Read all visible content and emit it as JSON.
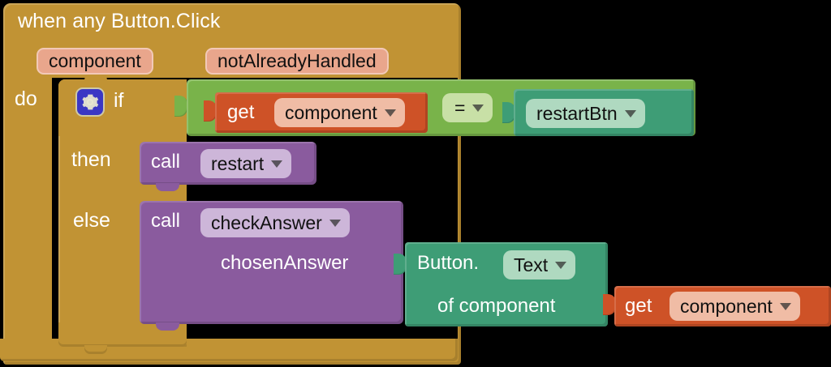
{
  "app": {
    "name": "MIT App Inventor Blocks Editor",
    "background_color": "#000000"
  },
  "colors": {
    "event_block": "#C19334",
    "parameter_chip": "#E9A68C",
    "logic_green": "#79B34A",
    "variable_orange": "#CE5227",
    "component_teal": "#3E9D76",
    "procedure_purple": "#8A5B9E",
    "gear_indigo": "#3B37C4",
    "text_white": "#FFFFFF",
    "text_dark": "#111111"
  },
  "event_block": {
    "title": "when any Button.Click",
    "parameters": [
      {
        "name": "component-parameter",
        "label": "component"
      },
      {
        "name": "notalreadyhandled-parameter",
        "label": "notAlreadyHandled"
      }
    ],
    "body_label": "do"
  },
  "if_block": {
    "gear_icon": "gear-icon",
    "keywords": {
      "if": "if",
      "then": "then",
      "else": "else"
    },
    "condition": {
      "operator": "=",
      "left": {
        "block": "get",
        "keyword": "get",
        "value": "component"
      },
      "right": {
        "block": "component-reference",
        "value": "restartBtn"
      }
    }
  },
  "then_branch": {
    "call": {
      "keyword": "call",
      "procedure": "restart"
    }
  },
  "else_branch": {
    "call": {
      "keyword": "call",
      "procedure": "checkAnswer",
      "arguments": [
        {
          "label": "chosenAnswer",
          "value": {
            "block": "component-property-getter",
            "prefix": "Button.",
            "property": "Text",
            "of_label": "of component",
            "source": {
              "block": "get",
              "keyword": "get",
              "value": "component"
            }
          }
        }
      ]
    }
  },
  "dropdown_icon": "chevron-down-icon"
}
